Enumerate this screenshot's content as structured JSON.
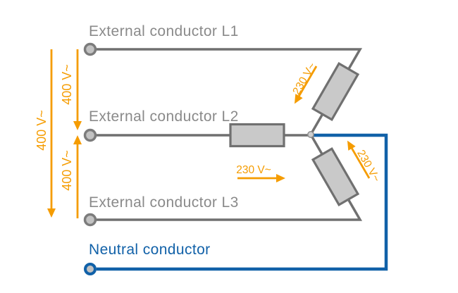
{
  "diagram": {
    "type": "three-phase-star-circuit",
    "conductors": {
      "l1": {
        "label": "External conductor L1"
      },
      "l2": {
        "label": "External conductor L2"
      },
      "l3": {
        "label": "External conductor L3"
      },
      "neutral": {
        "label": "Neutral conductor"
      }
    },
    "voltages": {
      "l1_l3": "400 V~",
      "l1_l2": "400 V~",
      "l2_l3": "400 V~",
      "l1_n": "230 V~",
      "l2_n": "230 V~",
      "l3_n": "230 V~"
    },
    "components": {
      "loads": [
        "resistor-l1-n",
        "resistor-l2-n",
        "resistor-l3-n"
      ],
      "star_point": "node"
    },
    "colors": {
      "orange": "#F59C00",
      "conductor_gray": "#707070",
      "label_gray": "#8A8A8A",
      "resistor_fill": "#C9C9C9",
      "neutral_blue": "#1161A8",
      "terminal_fill": "#C2C2C2",
      "terminal_ring": "#7C7C7C",
      "node_fill": "#CFCFCF"
    }
  }
}
